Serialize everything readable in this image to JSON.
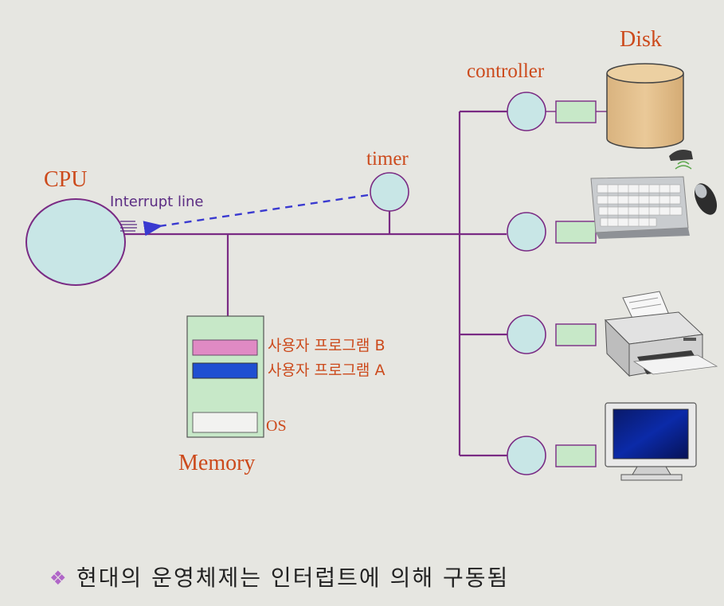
{
  "labels": {
    "cpu": "CPU",
    "interrupt_line": "Interrupt line",
    "timer": "timer",
    "controller": "controller",
    "disk": "Disk",
    "memory": "Memory",
    "os": "OS",
    "program_b": "사용자 프로그램 B",
    "program_a": "사용자 프로그램 A"
  },
  "footer": {
    "bullet": "❖",
    "text": "현대의 운영체제는 인터럽트에 의해 구동됨"
  },
  "colors": {
    "background": "#e6e6e1",
    "bus": "#7a2b84",
    "label_orange": "#cc4a1c",
    "cpu_fill": "#c8e6e6",
    "memory_fill": "#c7e8c8",
    "program_b": "#e08ac4",
    "program_a": "#1f4fd1",
    "disk_fill": "#e2c08c",
    "interrupt_arrow": "#3a3ad0",
    "bullet": "#b066c8"
  },
  "devices": [
    "disk-icon",
    "keyboard-mouse-icon",
    "printer-icon",
    "monitor-icon"
  ]
}
